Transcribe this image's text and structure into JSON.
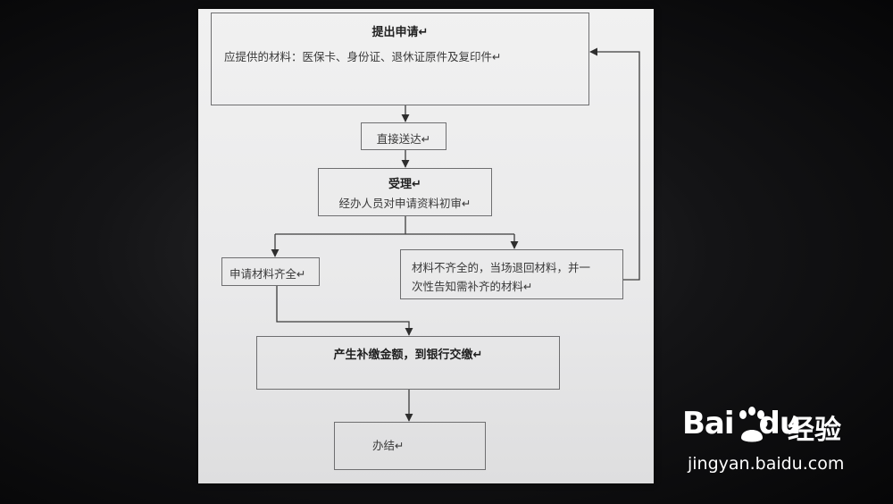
{
  "diagram": {
    "node_apply": {
      "title": "提出申请↵",
      "detail": "应提供的材料：医保卡、身份证、退休证原件及复印件↵"
    },
    "node_deliver": {
      "label": "直接送达↵"
    },
    "node_accept": {
      "title": "受理↵",
      "detail": "经办人员对申请资料初审↵"
    },
    "node_complete": {
      "label": "申请材料齐全↵"
    },
    "node_incomplete": {
      "line1": "材料不齐全的，当场退回材料，并一",
      "line2": "次性告知需补齐的材料↵"
    },
    "node_pay": {
      "label": "产生补缴金额，到银行交缴↵"
    },
    "node_done": {
      "label": "办结↵"
    }
  },
  "watermark": {
    "brand_bai": "Bai",
    "brand_du": "du",
    "brand_cn": "经验",
    "url": "jingyan.baidu.com"
  },
  "colors": {
    "paper": "#eeeeee",
    "line": "#3a3a3a",
    "background": "#0c0c0d"
  }
}
